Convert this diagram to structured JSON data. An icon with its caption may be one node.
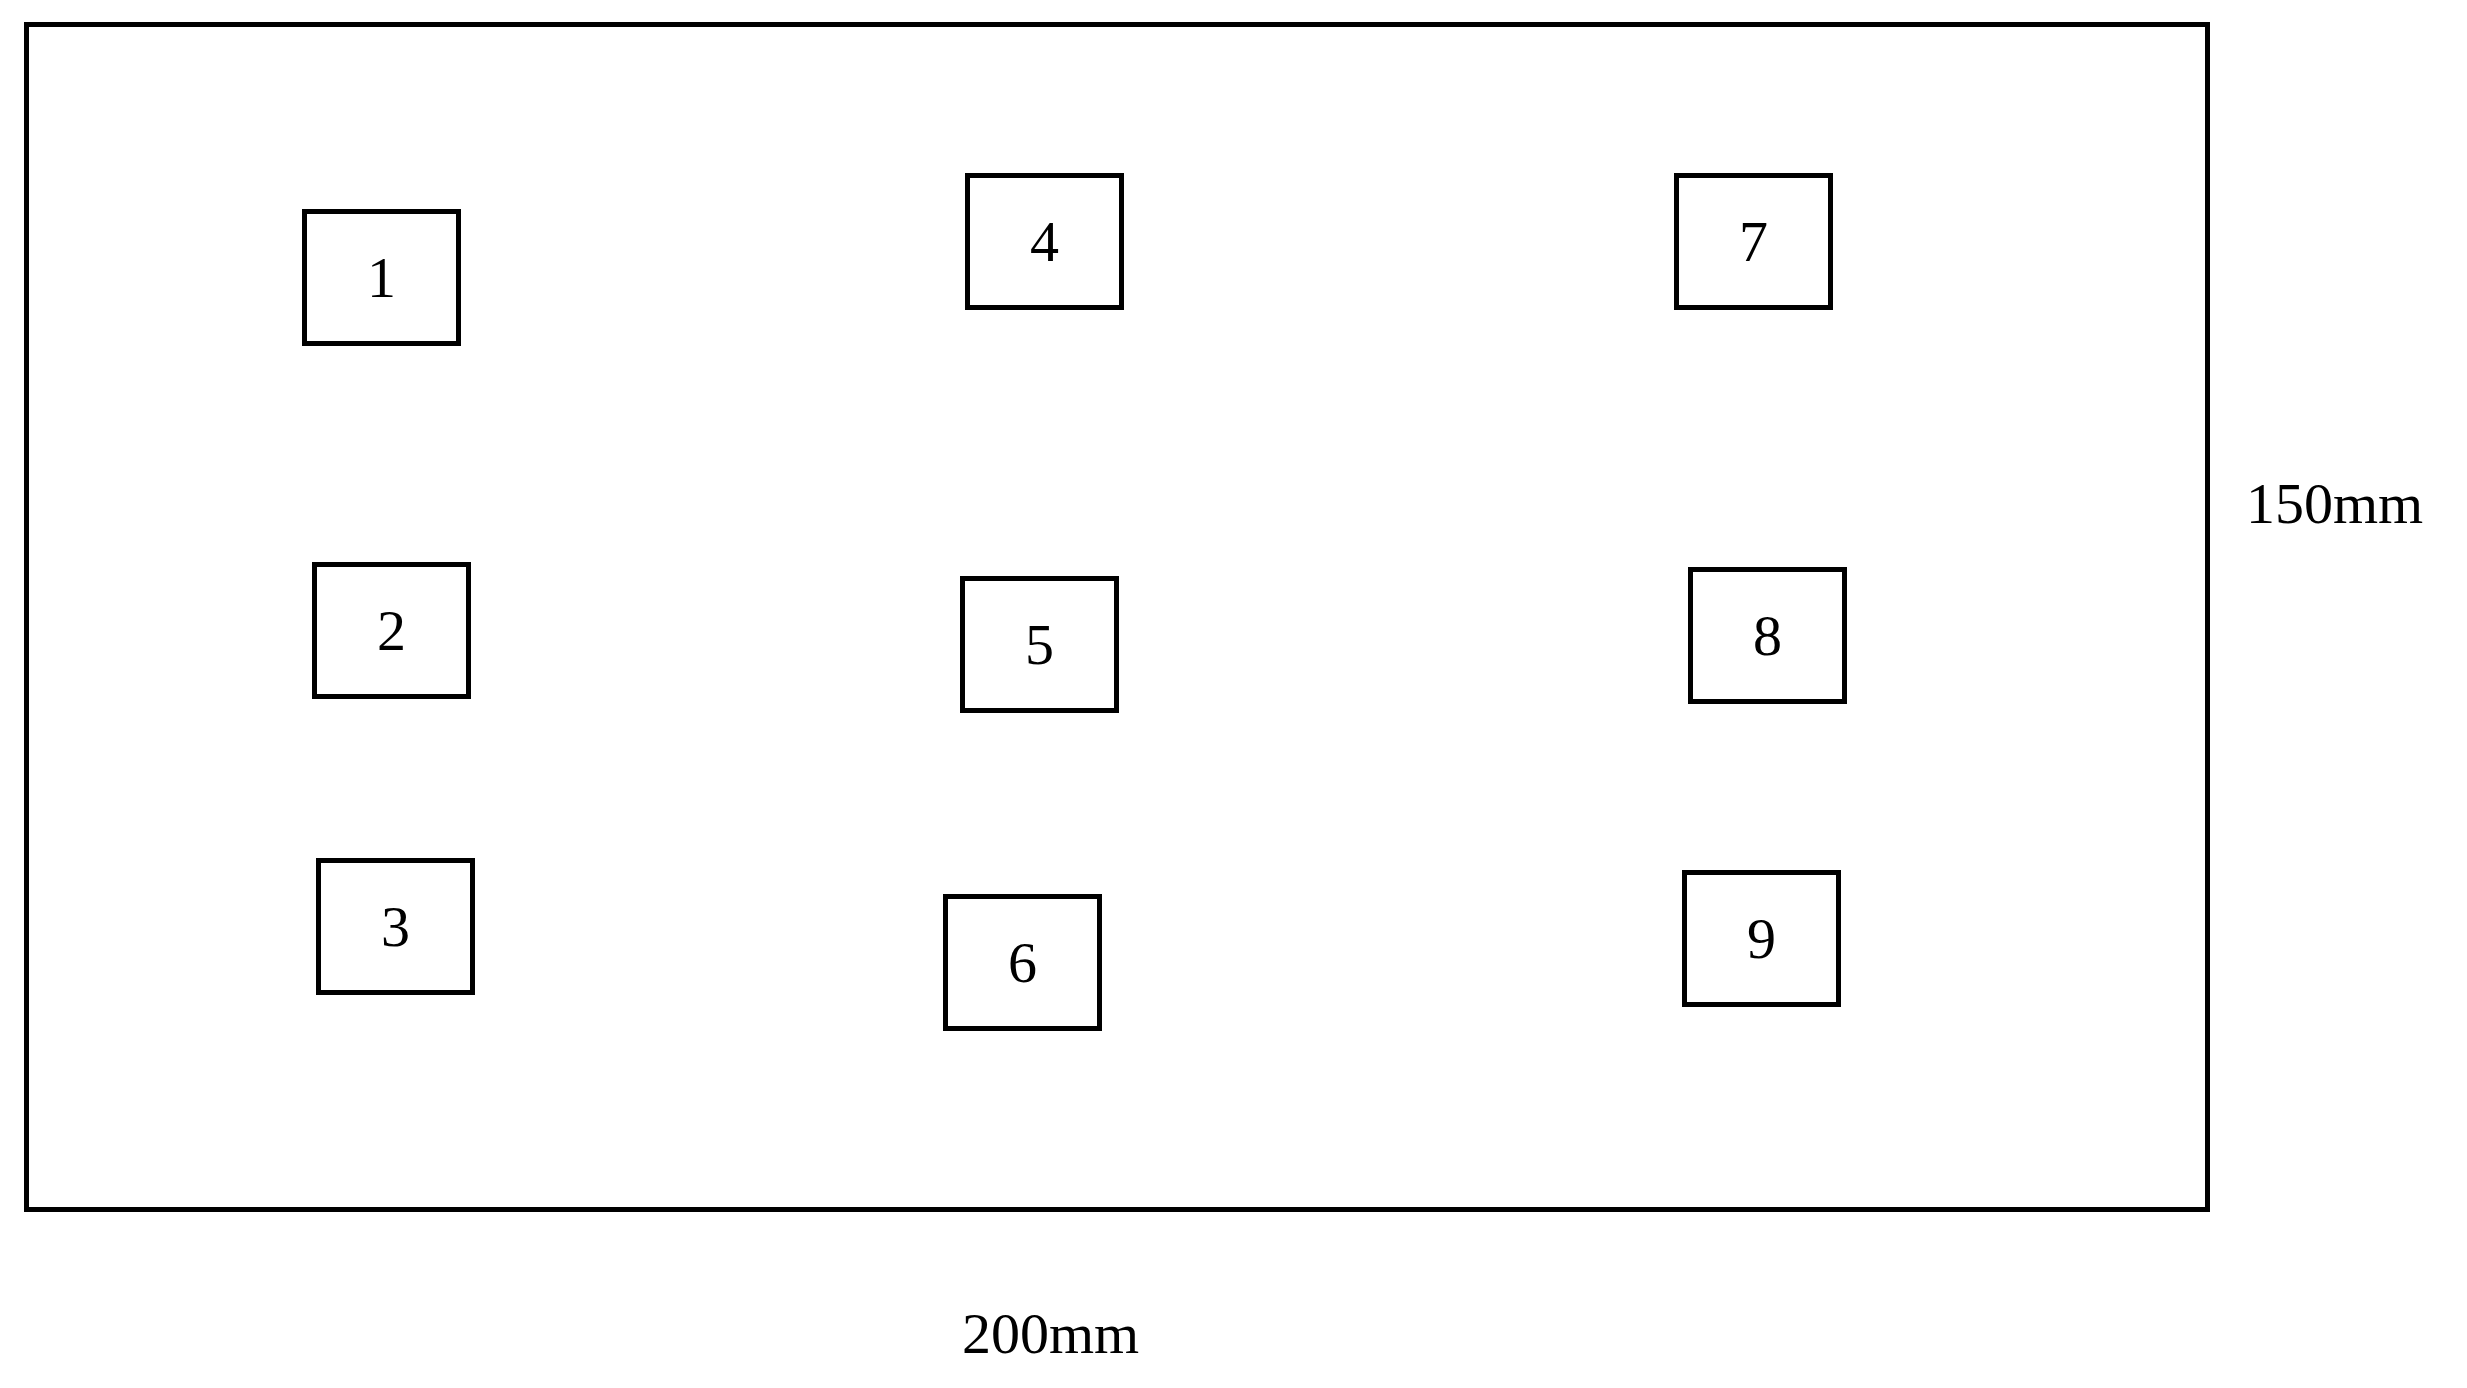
{
  "diagram": {
    "nodes": [
      {
        "text": [],
        "shape": "box"
      },
      {
        "text": [
          "1"
        ],
        "in": 0
      },
      {
        "text": [
          "4"
        ],
        "in": 0
      },
      {
        "text": [
          "7"
        ],
        "in": 0
      },
      {
        "text": [
          "2"
        ],
        "in": 0
      },
      {
        "text": [
          "5"
        ],
        "in": 0
      },
      {
        "text": [
          "8"
        ],
        "in": 0
      },
      {
        "text": [
          "3"
        ],
        "in": 0
      },
      {
        "text": [
          "6"
        ],
        "in": 0
      },
      {
        "text": [
          "9"
        ],
        "in": 0
      }
    ],
    "labels": [
      "150mm",
      "200mm"
    ]
  }
}
